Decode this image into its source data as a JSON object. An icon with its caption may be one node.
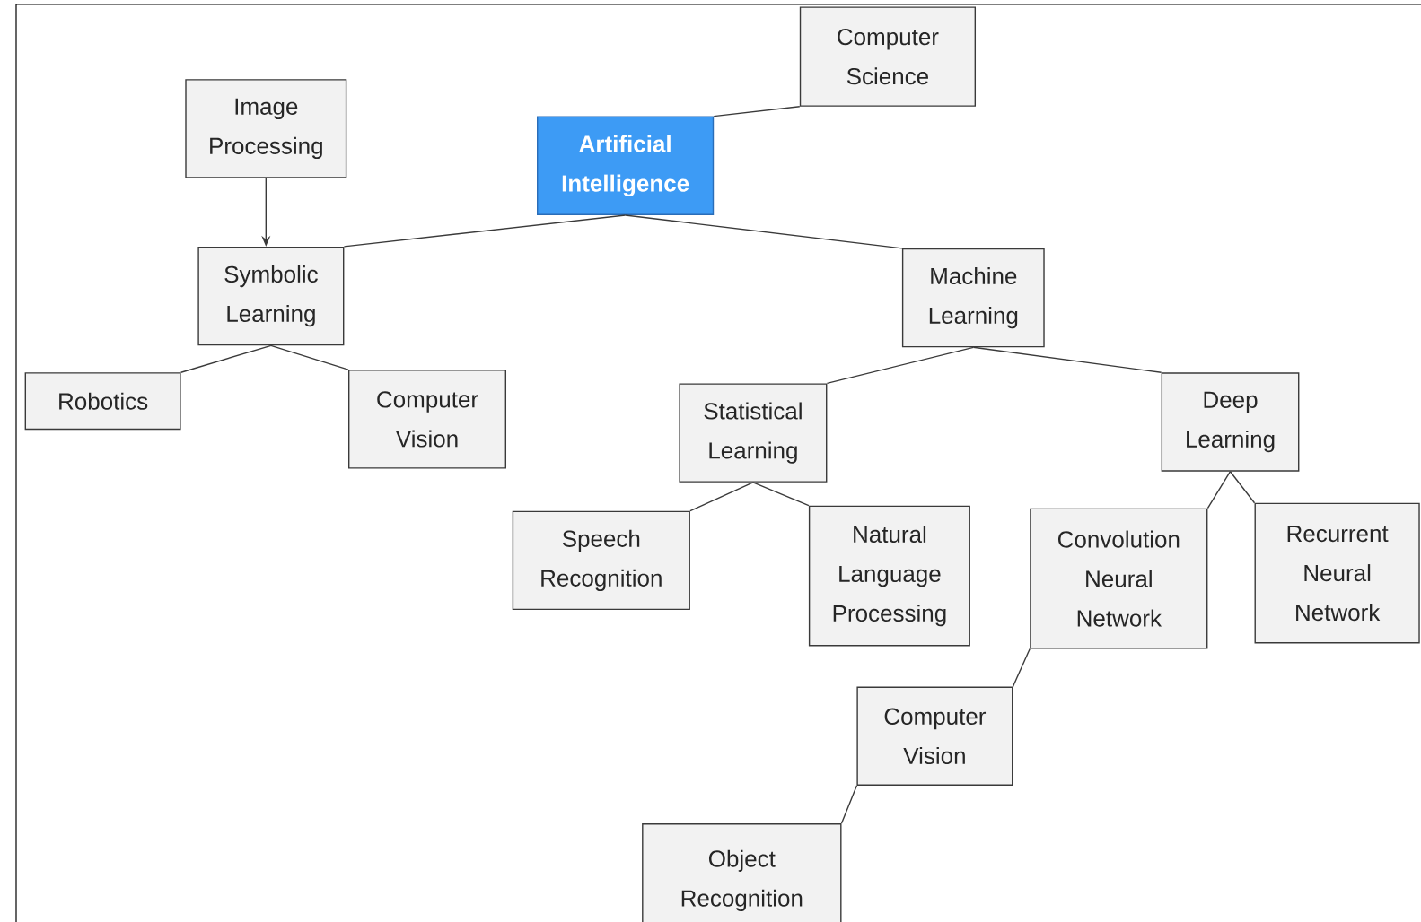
{
  "diagram": {
    "nodes": [
      {
        "text": [
          "Computer Science"
        ]
      },
      {
        "text": [
          "Image Processing"
        ]
      },
      {
        "text": [
          "Artificial Intelligence"
        ]
      },
      {
        "text": [
          "Symbolic Learning"
        ]
      },
      {
        "text": [
          "Machine Learning"
        ]
      },
      {
        "text": [
          "Robotics"
        ]
      },
      {
        "text": [
          "Computer Vision"
        ]
      },
      {
        "text": [
          "Statistical Learning"
        ]
      },
      {
        "text": [
          "Deep Learning"
        ]
      },
      {
        "text": [
          "Speech Recognition"
        ]
      },
      {
        "text": [
          "Natural Language Processing"
        ]
      },
      {
        "text": [
          "Convolution Neural Network"
        ]
      },
      {
        "text": [
          "Recurrent Neural Network"
        ]
      },
      {
        "text": [
          "Computer Vision"
        ]
      },
      {
        "text": [
          "Object Recognition"
        ]
      }
    ],
    "edges": [
      {
        "from": 0,
        "to": 2,
        "arrow": "none"
      },
      {
        "from": 1,
        "to": 3,
        "arrow": "to"
      },
      {
        "from": 2,
        "to": 3,
        "arrow": "none"
      },
      {
        "from": 2,
        "to": 4,
        "arrow": "none"
      },
      {
        "from": 3,
        "to": 5,
        "arrow": "none"
      },
      {
        "from": 3,
        "to": 6,
        "arrow": "none"
      },
      {
        "from": 4,
        "to": 7,
        "arrow": "none"
      },
      {
        "from": 4,
        "to": 8,
        "arrow": "none"
      },
      {
        "from": 7,
        "to": 9,
        "arrow": "none"
      },
      {
        "from": 7,
        "to": 10,
        "arrow": "none"
      },
      {
        "from": 8,
        "to": 11,
        "arrow": "none"
      },
      {
        "from": 8,
        "to": 12,
        "arrow": "none"
      },
      {
        "from": 11,
        "to": 13,
        "arrow": "none"
      },
      {
        "from": 13,
        "to": 14,
        "arrow": "none"
      }
    ]
  }
}
